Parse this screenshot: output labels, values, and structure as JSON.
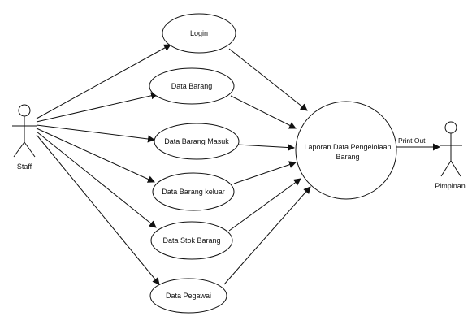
{
  "diagram": {
    "actors": [
      {
        "id": "staff",
        "label": "Staff"
      },
      {
        "id": "pimpinan",
        "label": "Pimpinan"
      }
    ],
    "use_cases": [
      {
        "id": "login",
        "label": "Login"
      },
      {
        "id": "data-barang",
        "label": "Data Barang"
      },
      {
        "id": "data-barang-masuk",
        "label": "Data Barang Masuk"
      },
      {
        "id": "data-barang-keluar",
        "label": "Data Barang keluar"
      },
      {
        "id": "data-stok-barang",
        "label": "Data Stok Barang"
      },
      {
        "id": "data-pegawai",
        "label": "Data Pegawai"
      }
    ],
    "report": {
      "id": "laporan",
      "label_line1": "Laporan Data Pengelolaan",
      "label_line2": "Barang"
    },
    "output_edge_label": "Print Out"
  }
}
